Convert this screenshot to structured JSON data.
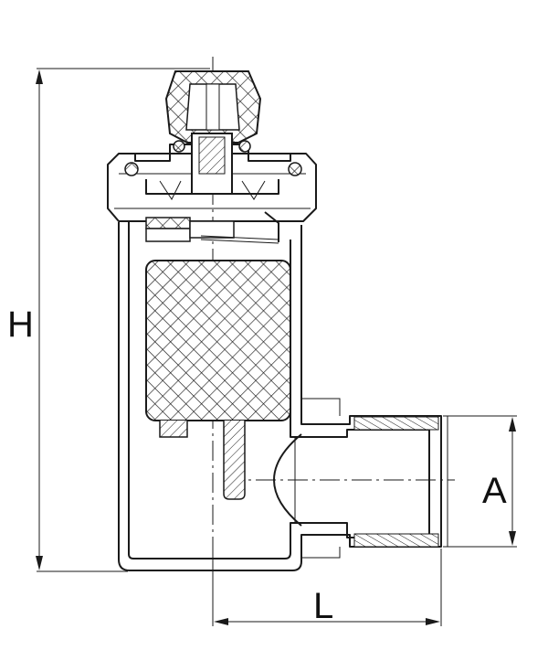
{
  "dimensions": {
    "height_label": "H",
    "width_label": "A",
    "length_label": "L"
  }
}
